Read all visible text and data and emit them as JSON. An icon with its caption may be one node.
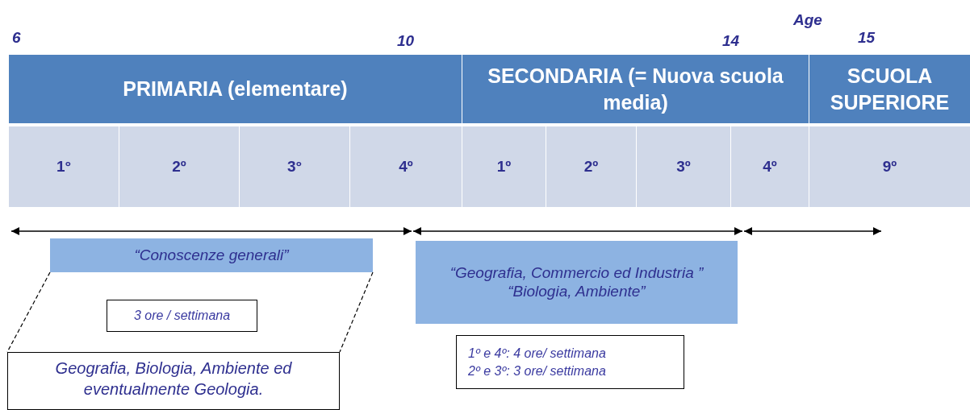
{
  "diagram": {
    "nodes": [
      {
        "text": [
          "PRIMARIA (elementare)"
        ]
      },
      {
        "text": [
          "SECONDARIA (= Nuova scuola media)"
        ]
      },
      {
        "text": [
          "SCUOLA SUPERIORE"
        ]
      },
      {
        "text": [
          "1°"
        ]
      },
      {
        "text": [
          "2º"
        ]
      },
      {
        "text": [
          "3°"
        ]
      },
      {
        "text": [
          "4º"
        ]
      },
      {
        "text": [
          "1º"
        ]
      },
      {
        "text": [
          "2º"
        ]
      },
      {
        "text": [
          "3º"
        ]
      },
      {
        "text": [
          "4º"
        ]
      },
      {
        "text": [
          "9º"
        ]
      },
      {
        "text": [
          "“Conoscenze generali”"
        ]
      },
      {
        "text": [
          "3 ore / settimana"
        ]
      },
      {
        "text": [
          "Geografia, Biologia, Ambiente ed eventualmente Geologia."
        ]
      },
      {
        "text": [
          "“Geografia, Commercio ed Industria ”",
          "“Biologia, Ambiente”"
        ]
      },
      {
        "text": [
          "1º e 4º: 4 ore/ settimana",
          "2º e 3º: 3 ore/ settimana"
        ]
      }
    ],
    "edges": [
      {
        "from": 12,
        "to": 14,
        "arrow": "none",
        "style": "dashed"
      },
      {
        "from": 12,
        "to": 14,
        "arrow": "none",
        "style": "dashed"
      }
    ],
    "labels": [
      "Age",
      "6",
      "10",
      "14",
      "15"
    ]
  }
}
